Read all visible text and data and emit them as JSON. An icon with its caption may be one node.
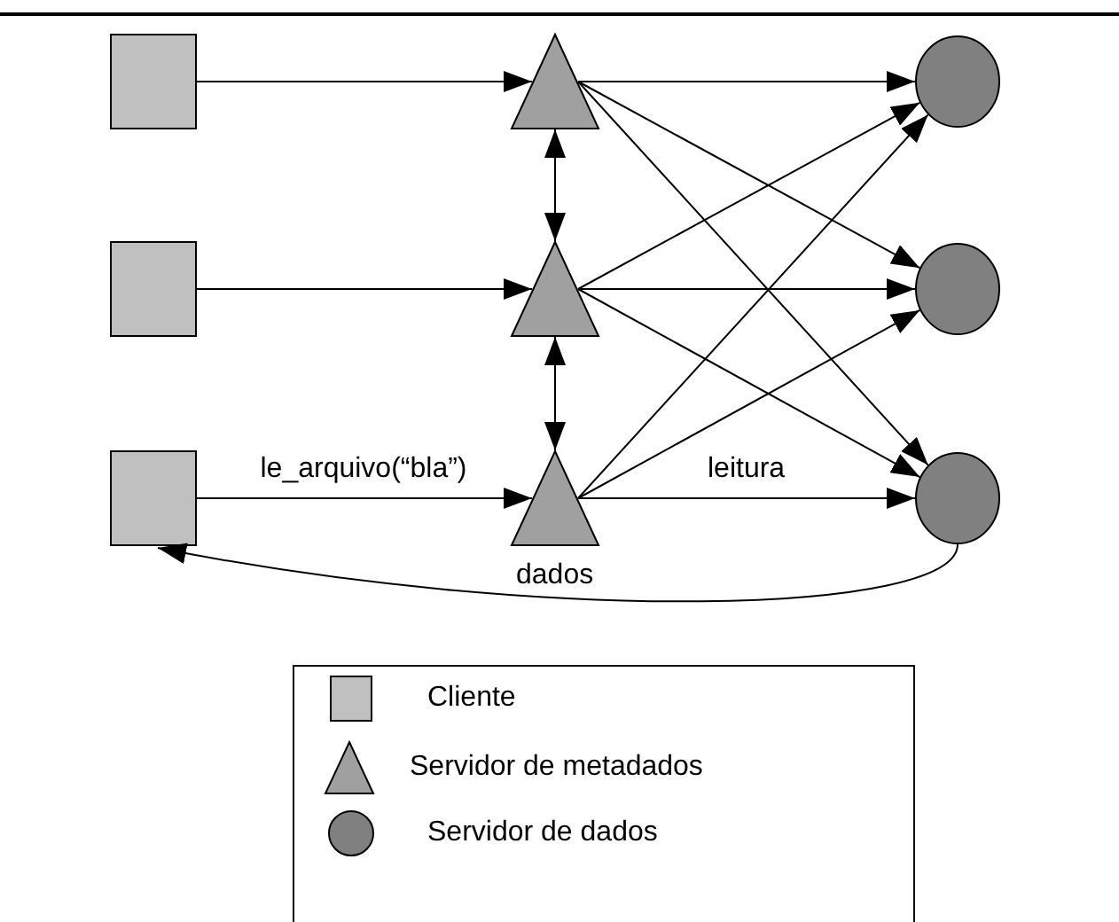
{
  "diagram": {
    "nodes": [
      {
        "text": [],
        "shape": "box"
      },
      {
        "text": [],
        "shape": "box"
      },
      {
        "text": [],
        "shape": "box"
      },
      {
        "text": [],
        "shape": "triangle"
      },
      {
        "text": [],
        "shape": "triangle"
      },
      {
        "text": [],
        "shape": "triangle"
      },
      {
        "text": [],
        "shape": "circle"
      },
      {
        "text": [],
        "shape": "circle"
      },
      {
        "text": [],
        "shape": "circle"
      }
    ],
    "edges": [
      {
        "from": 0,
        "to": 3,
        "arrow": "to"
      },
      {
        "from": 1,
        "to": 4,
        "arrow": "to"
      },
      {
        "from": 2,
        "to": 5,
        "arrow": "to",
        "label": "le_arquivo(“bla”)"
      },
      {
        "from": 3,
        "to": 4,
        "arrow": "both"
      },
      {
        "from": 4,
        "to": 5,
        "arrow": "both"
      },
      {
        "from": 3,
        "to": 6,
        "arrow": "to"
      },
      {
        "from": 3,
        "to": 7,
        "arrow": "to"
      },
      {
        "from": 3,
        "to": 8,
        "arrow": "to"
      },
      {
        "from": 4,
        "to": 6,
        "arrow": "to"
      },
      {
        "from": 4,
        "to": 7,
        "arrow": "to"
      },
      {
        "from": 4,
        "to": 8,
        "arrow": "to"
      },
      {
        "from": 5,
        "to": 6,
        "arrow": "to"
      },
      {
        "from": 5,
        "to": 7,
        "arrow": "to"
      },
      {
        "from": 5,
        "to": 8,
        "arrow": "to",
        "label": "leitura"
      },
      {
        "from": 8,
        "to": 2,
        "arrow": "to",
        "label": "dados"
      }
    ],
    "legend": [
      {
        "text": "Cliente"
      },
      {
        "text": "Servidor de metadados"
      },
      {
        "text": "Servidor de dados"
      }
    ]
  }
}
